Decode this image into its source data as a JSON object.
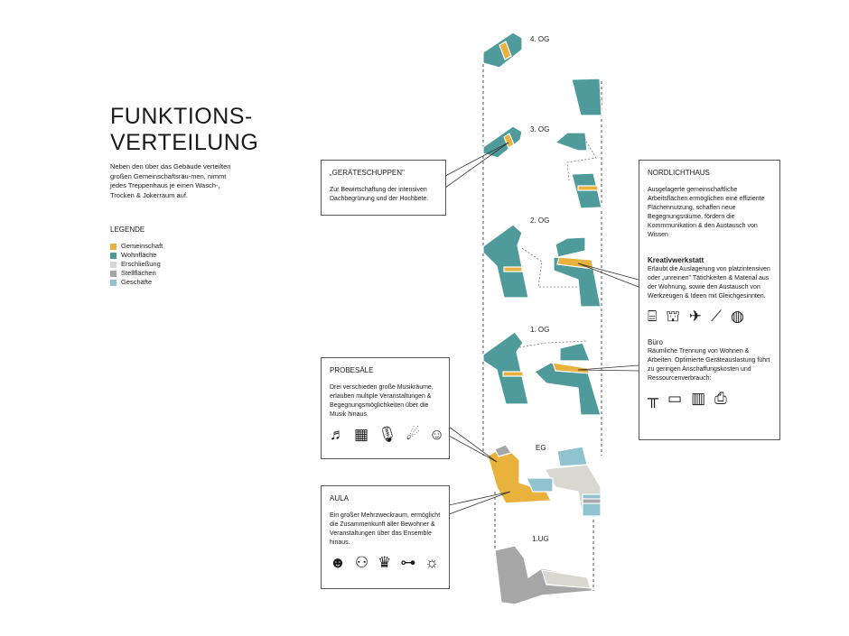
{
  "title": {
    "line1": "FUNKTIONS-",
    "line2": "VERTEILUNG"
  },
  "intro": "Neben den über das Gebäude verteilten großen Gemeinschaftsräu-men, nimmt jedes Treppenhaus je einen Wasch-, Trocken & Jokerraum auf.",
  "legend": {
    "heading": "LEGENDE",
    "items": [
      {
        "label": "Gemeinschaft",
        "color": "#e8b23c"
      },
      {
        "label": "Wohnfläche",
        "color": "#4f9a9a"
      },
      {
        "label": "Erschließung",
        "color": "#d8d8d0"
      },
      {
        "label": "Stellflächen",
        "color": "#a6a6a6"
      },
      {
        "label": "Geschäfte",
        "color": "#8fc3cf"
      }
    ]
  },
  "levels": [
    "4. OG",
    "3. OG",
    "2. OG",
    "1. OG",
    "EG",
    "1.UG"
  ],
  "geraeteschuppen": {
    "heading": "„GERÄTESCHUPPEN\"",
    "text": "Zur Bewirtschaftung der intensiven Dachbegrünung und der Hochbete."
  },
  "nordlichthaus": {
    "heading": "NORDLICHTHAUS",
    "text": "Ausgelagerte gemeinschaftliche Arbeitsflächen ermöglichen eine effiziente Flächennutzung, schaffen neue Begegnungsräume, fördern die Kommmunikation & den Austausch von Wissen",
    "kreativ_heading": "Kreativwerkstatt",
    "kreativ_text": "Erlaubt die Auslagerung von platzintensiven oder „unreinen\" Tätichkeiten & Material aus der Wohnung, sowie den Austausch von Werkzeugen & Ideen mit Gleichgesinnten.",
    "kreativ_icons": [
      "sewing-machine-icon",
      "easel-icon",
      "origami-bird-icon",
      "saw-icon",
      "yarn-icon"
    ],
    "buero_heading": "Büro",
    "buero_text": "Räumliche Trennung von Wohnen & Arbeiten. Optimierte Geräteauslastung führt zu geringen Anschaffungskosten und Ressourcenverbrauch:",
    "buero_icons": [
      "desk-icon",
      "computer-icon",
      "folders-icon",
      "printer-icon"
    ]
  },
  "probesaele": {
    "heading": "PROBESÄLE",
    "text": "Drei verschieden große Musikräume, erlauben multiple Veranstaltungen & Begegnungsmöglichkeiten über die Musik hinaus.",
    "icons": [
      "piano-icon",
      "music-lesson-icon",
      "microphone-icon",
      "party-icon",
      "band-icon"
    ]
  },
  "aula": {
    "heading": "AULA",
    "text": "Ein großer Mehrzweckraum, ermöglicht die Zusammenkunft aller Bewohner & Veranstaltungen über das Ensemble hinaus.",
    "icons": [
      "theater-masks-icon",
      "film-camera-icon",
      "crown-icon",
      "dumbbell-icon",
      "meditation-icon"
    ]
  }
}
